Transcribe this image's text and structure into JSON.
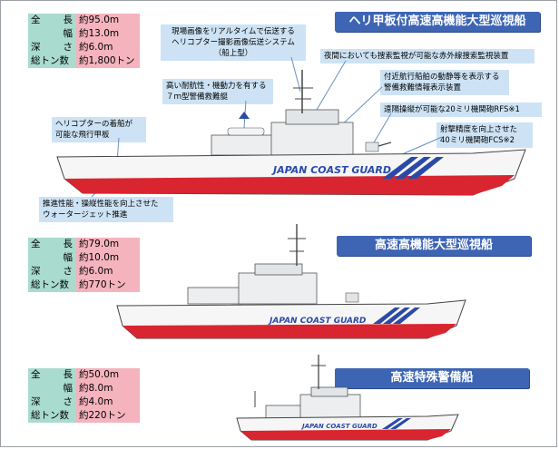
{
  "ships": [
    {
      "title": "ヘリ甲板付高速高機能大型巡視船",
      "specs": [
        {
          "label": [
            "全",
            "長"
          ],
          "value": "約95.0m"
        },
        {
          "label": [
            "",
            "幅"
          ],
          "value": "約13.0m"
        },
        {
          "label": [
            "深",
            "さ"
          ],
          "value": "約6.0m"
        },
        {
          "label": [
            "総トン数"
          ],
          "value": "約1,800トン"
        }
      ],
      "hull_text": "JAPAN COAST GUARD"
    },
    {
      "title": "高速高機能大型巡視船",
      "specs": [
        {
          "label": [
            "全",
            "長"
          ],
          "value": "約79.0m"
        },
        {
          "label": [
            "",
            "幅"
          ],
          "value": "約10.0m"
        },
        {
          "label": [
            "深",
            "さ"
          ],
          "value": "約6.0m"
        },
        {
          "label": [
            "総トン数"
          ],
          "value": "約770トン"
        }
      ],
      "hull_text": "JAPAN COAST GUARD"
    },
    {
      "title": "高速特殊警備船",
      "specs": [
        {
          "label": [
            "全",
            "長"
          ],
          "value": "約50.0m"
        },
        {
          "label": [
            "",
            "幅"
          ],
          "value": "約8.0m"
        },
        {
          "label": [
            "深",
            "さ"
          ],
          "value": "約4.0m"
        },
        {
          "label": [
            "総トン数"
          ],
          "value": "約220トン"
        }
      ],
      "hull_text": "JAPAN COAST GUARD"
    }
  ],
  "callouts": {
    "video": "現場画像をリアルタイムで伝送する\nヘリコプター撮影画像伝送システム\n（船上型）",
    "boat": "高い耐航性・機動力を有する\n７ｍ型警備救難艇",
    "deck": "ヘリコプターの着船が\n可能な飛行甲板",
    "jet": "推進性能・操縦性能を向上させた\nウォータージェット推進",
    "infrared": "夜間においても捜索監視が可能な赤外線捜索監視装置",
    "info": "付近航行船舶の動静等を表示する\n警備救難情報表示装置",
    "rfs": "遠隔操縦が可能な20ミリ機関砲RFS※1",
    "fcs": "射撃精度を向上させた\n40ミリ機関砲FCS※2"
  },
  "colors": {
    "banner": "#3d65b4",
    "spec_label": "#a9dbcf",
    "spec_value": "#f4b3bd",
    "callout": "#cde3f5",
    "hull_red": "#d9252f",
    "stripe_blue": "#2a4aa8"
  }
}
